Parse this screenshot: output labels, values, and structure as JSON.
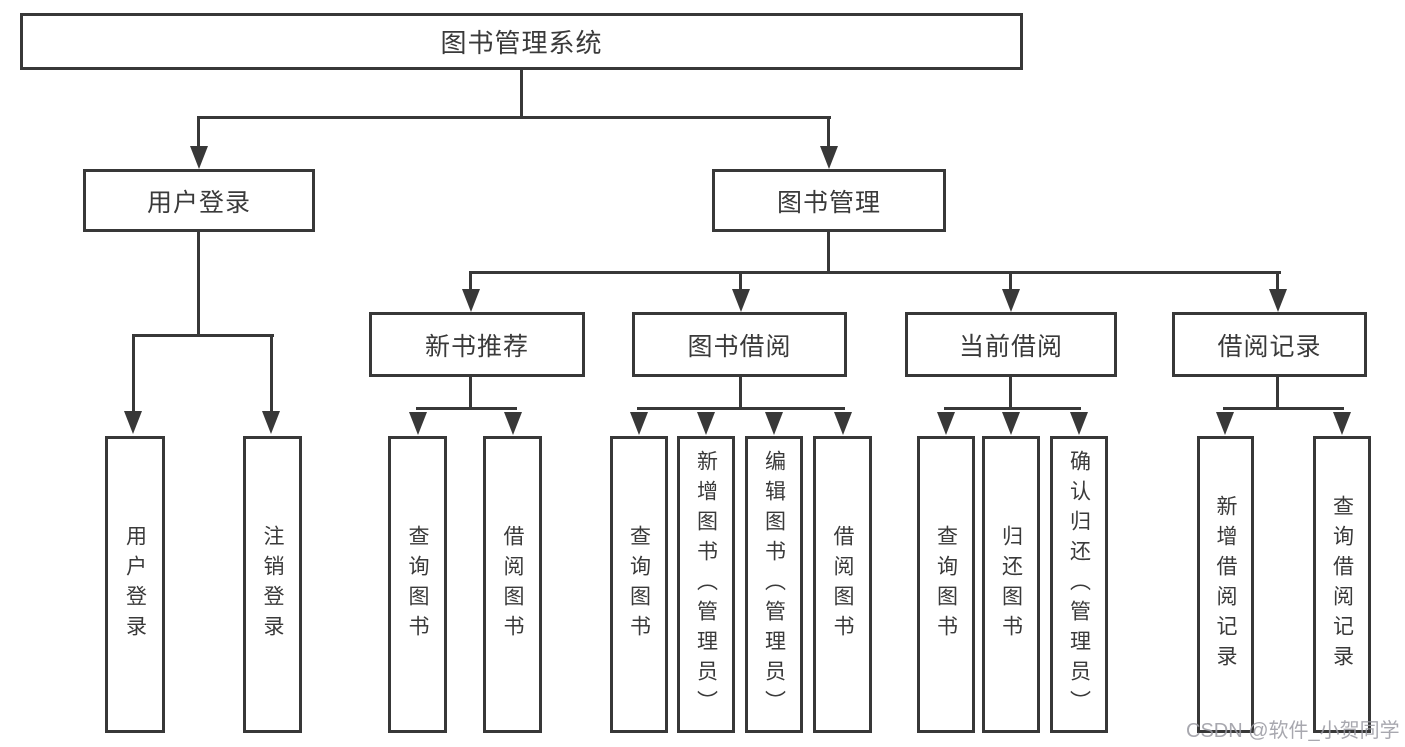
{
  "diagram_title": "图书管理系统",
  "nodes": {
    "root": "图书管理系统",
    "user_login_group": "用户登录",
    "book_mgmt": "图书管理",
    "new_book_rec": "新书推荐",
    "book_borrow": "图书借阅",
    "current_borrow": "当前借阅",
    "borrow_records": "借阅记录",
    "leaf_user_login": "用户登录",
    "leaf_logout": "注销登录",
    "leaf_rec_query_books": "查询图书",
    "leaf_rec_borrow_books": "借阅图书",
    "leaf_bb_query_books": "查询图书",
    "leaf_bb_add_books_admin": "新增图书（管理员）",
    "leaf_bb_edit_books_admin": "编辑图书（管理员）",
    "leaf_bb_borrow_books": "借阅图书",
    "leaf_cb_query_books": "查询图书",
    "leaf_cb_return_books": "归还图书",
    "leaf_cb_confirm_return_admin": "确认归还（管理员）",
    "leaf_br_add_record": "新增借阅记录",
    "leaf_br_query_record": "查询借阅记录"
  },
  "watermark": {
    "text": "CSDN @软件_小贺同学"
  },
  "colors": {
    "line": "#383838",
    "text": "#3a3a3a",
    "background": "#ffffff",
    "watermark": "#9a9aa2"
  }
}
